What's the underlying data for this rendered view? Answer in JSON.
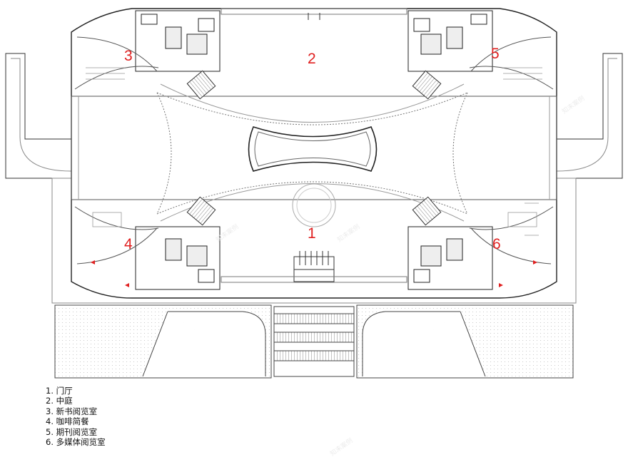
{
  "accent_color": "#e02020",
  "room_numbers": [
    {
      "id": "1",
      "label": "1"
    },
    {
      "id": "2",
      "label": "2"
    },
    {
      "id": "3",
      "label": "3"
    },
    {
      "id": "4",
      "label": "4"
    },
    {
      "id": "5",
      "label": "5"
    },
    {
      "id": "6",
      "label": "6"
    }
  ],
  "legend": [
    "1. 门厅",
    "2. 中庭",
    "3. 新书阅览室",
    "4. 咖啡简餐",
    "5. 期刊阅览室",
    "6. 多媒体阅览室"
  ],
  "watermark": "知末案例"
}
